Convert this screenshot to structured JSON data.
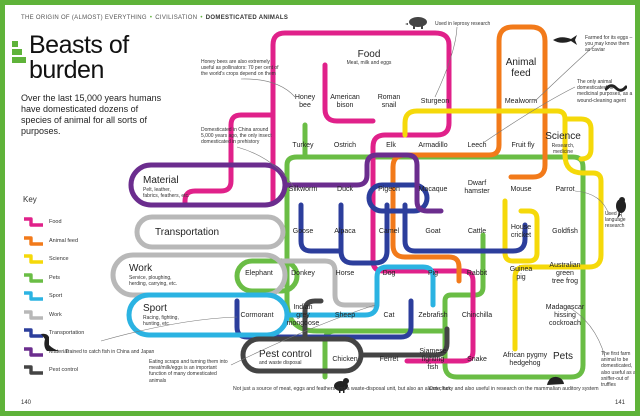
{
  "header": {
    "crumb1": "THE ORIGIN OF (ALMOST) EVERYTHING",
    "crumb2": "CIVILISATION",
    "crumb3": "DOMESTICATED ANIMALS",
    "separator": "•"
  },
  "title_line1": "Beasts of",
  "title_line2": "burden",
  "intro": "Over the last 15,000 years humans have domesticated dozens of species of animal for all sorts of purposes.",
  "key": {
    "title": "Key",
    "items": [
      {
        "label": "Food",
        "color": "#e0218a"
      },
      {
        "label": "Animal feed",
        "color": "#f27a1a"
      },
      {
        "label": "Science",
        "color": "#f5d90a"
      },
      {
        "label": "Pets",
        "color": "#6abd45"
      },
      {
        "label": "Sport",
        "color": "#2bb3e2"
      },
      {
        "label": "Work",
        "color": "#b8b8b8"
      },
      {
        "label": "Transportation",
        "color": "#2c3e9c"
      },
      {
        "label": "Material",
        "color": "#6b2d8e"
      },
      {
        "label": "Pest control",
        "color": "#444444"
      }
    ]
  },
  "groups": {
    "food": {
      "name": "Food",
      "sub": "Meat, milk and eggs"
    },
    "animal_feed": {
      "name": "Animal\nfeed"
    },
    "science": {
      "name": "Science",
      "sub": "Research,\nmedicine"
    },
    "material": {
      "name": "Material",
      "sub": "Pelt, leather,\nfabrics, feathers, etc."
    },
    "transportation": {
      "name": "Transportation"
    },
    "work": {
      "name": "Work",
      "sub": "Service, ploughing,\nherding, carrying, etc."
    },
    "sport": {
      "name": "Sport",
      "sub": "Racing, fighting,\nhunting, etc."
    },
    "pest_control": {
      "name": "Pest control",
      "sub": "and waste disposal"
    },
    "pets": {
      "name": "Pets"
    }
  },
  "animals": {
    "honey_bee": "Honey\nbee",
    "american_bison": "American\nbison",
    "roman_snail": "Roman\nsnail",
    "sturgeon": "Sturgeon",
    "mealworm": "Mealworm",
    "turkey": "Turkey",
    "ostrich": "Ostrich",
    "elk": "Elk",
    "armadillo": "Armadillo",
    "leech": "Leech",
    "fruit_fly": "Fruit fly",
    "silkworm": "Silkworm",
    "duck": "Duck",
    "pigeon": "Pigeon",
    "macaque": "Macaque",
    "dwarf_hamster": "Dwarf\nhamster",
    "mouse": "Mouse",
    "parrot": "Parrot",
    "goose": "Goose",
    "alpaca": "Alpaca",
    "camel": "Camel",
    "goat": "Goat",
    "cattle": "Cattle",
    "house_cricket": "House\ncricket",
    "goldfish": "Goldfish",
    "elephant": "Elephant",
    "donkey": "Donkey",
    "horse": "Horse",
    "dog": "Dog",
    "pig": "Pig",
    "rabbit": "Rabbit",
    "guinea_pig": "Guinea\npig",
    "australian_frog": "Australian\ngreen\ntree frog",
    "cormorant": "Cormorant",
    "indian_mongoose": "Indian\ngrey\nmongoose",
    "sheep": "Sheep",
    "cat": "Cat",
    "zebrafish": "Zebrafish",
    "chinchilla": "Chinchilla",
    "madagascar_cockroach": "Madagascar\nhissing\ncockroach",
    "chicken": "Chicken",
    "ferret": "Ferret",
    "siamese_fish": "Siamese\nfighting\nfish",
    "snake": "Snake",
    "african_hedgehog": "African pygmy\nhedgehog"
  },
  "notes": {
    "honey_bee": "Honey bees are also extremely useful as pollinators: 70 per cent of the world's crops depend on them",
    "silkworm": "Domesticated in China around 5,000 years ago, the only insect domesticated in prehistory",
    "armadillo": "Used in leprosy research",
    "sturgeon": "Farmed for its eggs – you may know them as caviar",
    "leech": "The only animal domesticated for medicinal purposes, as a wound-cleaning agent",
    "parrot": "Used in language research",
    "cormorant": "Trained to catch fish in China and Japan",
    "pig": "Eating scraps and turning them into meat/milk/eggs is an important function of many domesticated animals",
    "ferret": "The first farm animal to be domesticated, also useful as a sniffer-out of truffles",
    "chicken": "Not just a source of meat, eggs and feathers and a waste-disposal unit, but also an alarm clock",
    "snake": "Cute, furry and also useful in research on the mammalian auditory system"
  },
  "page_left": "140",
  "page_right": "141"
}
